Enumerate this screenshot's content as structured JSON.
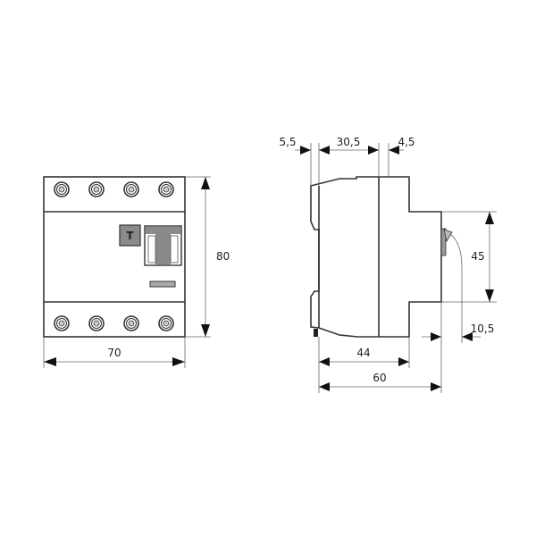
{
  "front_view": {
    "button_label": "T",
    "width_dim": "70",
    "height_dim": "80",
    "screws_per_row": 4
  },
  "side_view": {
    "dims": {
      "rail_offset": "5,5",
      "rear_depth": "30,5",
      "step": "4,5",
      "front_height": "45",
      "lever": "10,5",
      "body_depth": "44",
      "total_depth": "60"
    }
  },
  "colors": {
    "outline": "#333333",
    "fill_gray": "#8a8a8a"
  }
}
